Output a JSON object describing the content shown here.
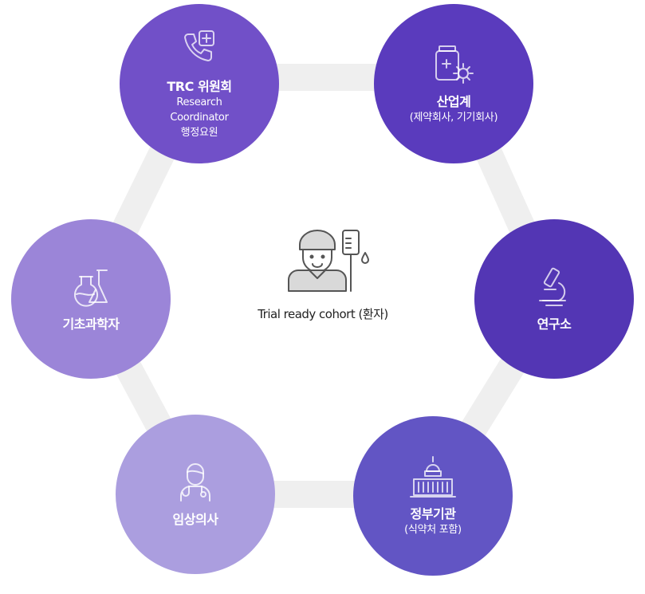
{
  "center": {
    "label": "Trial ready cohort (환자)",
    "icon": "patient-iv-icon"
  },
  "nodes": [
    {
      "key": "trc",
      "title": "TRC 위원회",
      "lines": [
        "Research",
        "Coordinator",
        "행정요원"
      ],
      "icon": "phone-medical-icon",
      "color": "#7150c8"
    },
    {
      "key": "industry",
      "title": "산업계",
      "lines": [
        "(제약회사, 기기회사)"
      ],
      "icon": "medicine-gear-icon",
      "color": "#5a3bbd"
    },
    {
      "key": "lab",
      "title": "연구소",
      "lines": [],
      "icon": "microscope-icon",
      "color": "#5336b4"
    },
    {
      "key": "gov",
      "title": "정부기관",
      "lines": [
        "(식약처 포함)"
      ],
      "icon": "government-building-icon",
      "color": "#6255c4"
    },
    {
      "key": "clinician",
      "title": "임상의사",
      "lines": [],
      "icon": "doctor-icon",
      "color": "#ab9edf"
    },
    {
      "key": "science",
      "title": "기초과학자",
      "lines": [],
      "icon": "flask-icon",
      "color": "#9b85d8"
    }
  ],
  "connector_color": "#efefef"
}
